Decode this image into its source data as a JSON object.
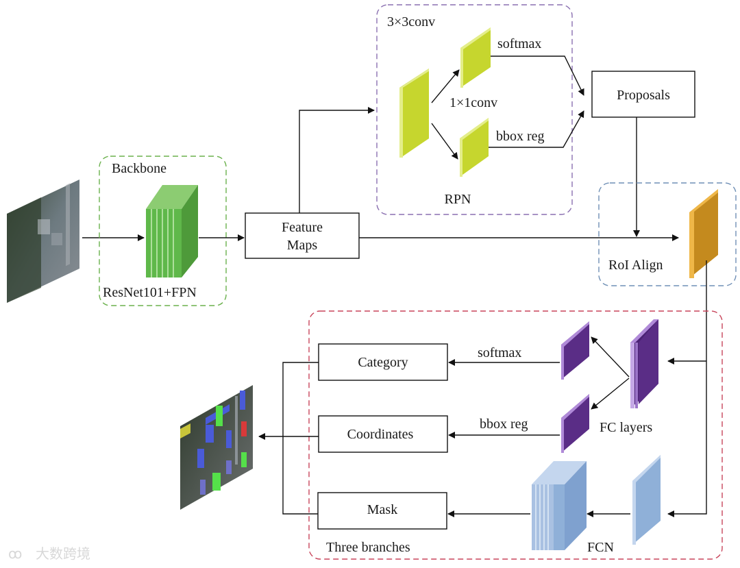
{
  "diagram": {
    "title": "Mask R-CNN architecture",
    "groups": {
      "backbone": {
        "label": "Backbone",
        "sublabel": "ResNet101+FPN",
        "color": "#6ab04c"
      },
      "rpn": {
        "title": "3×3conv",
        "label": "RPN",
        "color": "#8a6fb0"
      },
      "roi_align": {
        "label": "RoI Align",
        "color": "#6f8fb5"
      },
      "heads": {
        "label": "Three branches",
        "color": "#c8445a"
      }
    },
    "nodes": {
      "feature_maps": [
        "Feature",
        "Maps"
      ],
      "proposals": "Proposals",
      "category": "Category",
      "coordinates": "Coordinates",
      "mask": "Mask"
    },
    "edge_labels": {
      "rpn_softmax": "softmax",
      "rpn_conv": "1×1conv",
      "rpn_bbox": "bbox reg",
      "head_softmax": "softmax",
      "head_bbox": "bbox reg",
      "fc_layers": "FC layers",
      "fcn": "FCN"
    },
    "colors": {
      "backbone_block": "#5fb84a",
      "rpn_block": "#c6d62e",
      "roi_block": "#d9a12a",
      "fc_block": "#5a2d86",
      "fcn_block": "#8fb0d8"
    },
    "watermark": "大数跨境"
  }
}
